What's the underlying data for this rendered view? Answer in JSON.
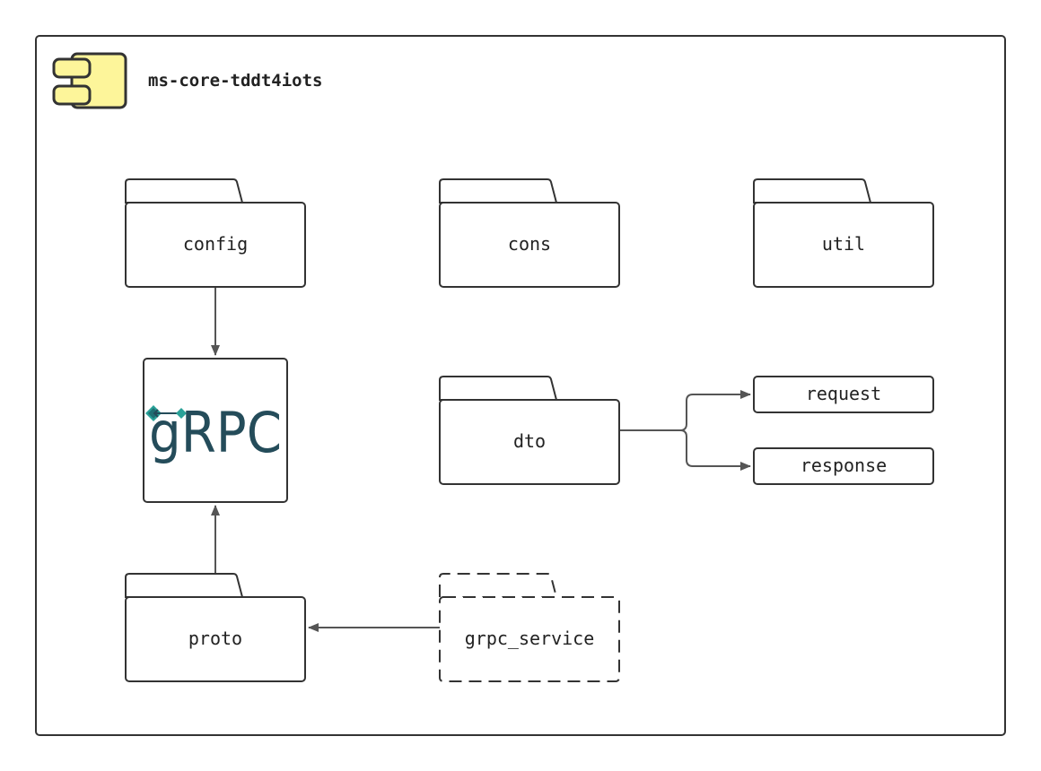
{
  "component": {
    "title": "ms-core-tddt4iots",
    "icon": "component-icon",
    "icon_color": "#fdf59a"
  },
  "packages": {
    "config": "config",
    "cons": "cons",
    "util": "util",
    "dto": "dto",
    "proto": "proto",
    "grpc_service": "grpc_service"
  },
  "classes": {
    "request": "request",
    "response": "response"
  },
  "grpc_logo": {
    "text": "gRPC",
    "icon": "grpc-logo-icon",
    "color": "#244c5a",
    "accent_color": "#2aa198"
  },
  "colors": {
    "border": "#333333",
    "arrow": "#555555"
  }
}
